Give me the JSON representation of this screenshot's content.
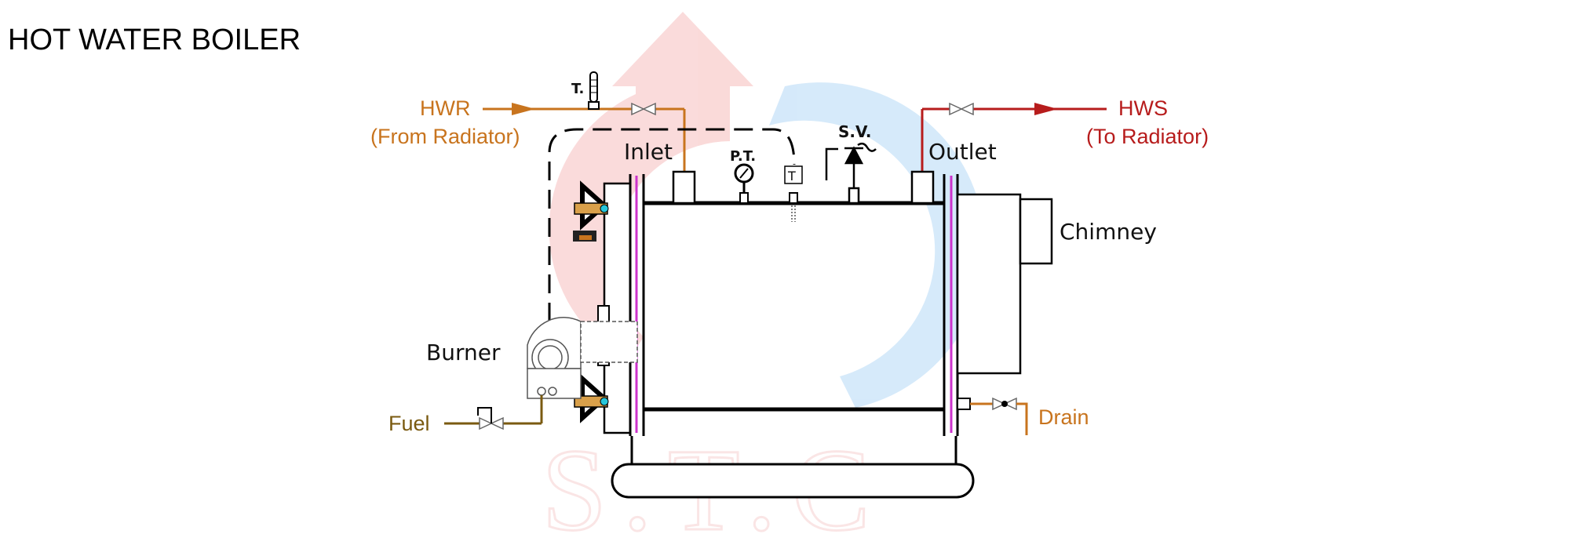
{
  "title": "HOT WATER BOILER",
  "watermark": {
    "text": "S.T.C"
  },
  "labels": {
    "hwr": "HWR",
    "hwr_sub": "(From Radiator)",
    "hws": "HWS",
    "hws_sub": "(To Radiator)",
    "inlet": "Inlet",
    "outlet": "Outlet",
    "chimney": "Chimney",
    "burner": "Burner",
    "fuel": "Fuel",
    "drain": "Drain",
    "thermometer": "T.",
    "pressure_gauge": "P.T.",
    "safety_valve": "S.V.",
    "temp_sensor": "T"
  },
  "colors": {
    "return_line": "#c8741e",
    "supply_line": "#b71c1c",
    "fuel_line": "#7a5a10",
    "gasket": "#cc33cc",
    "outline": "#000000"
  }
}
